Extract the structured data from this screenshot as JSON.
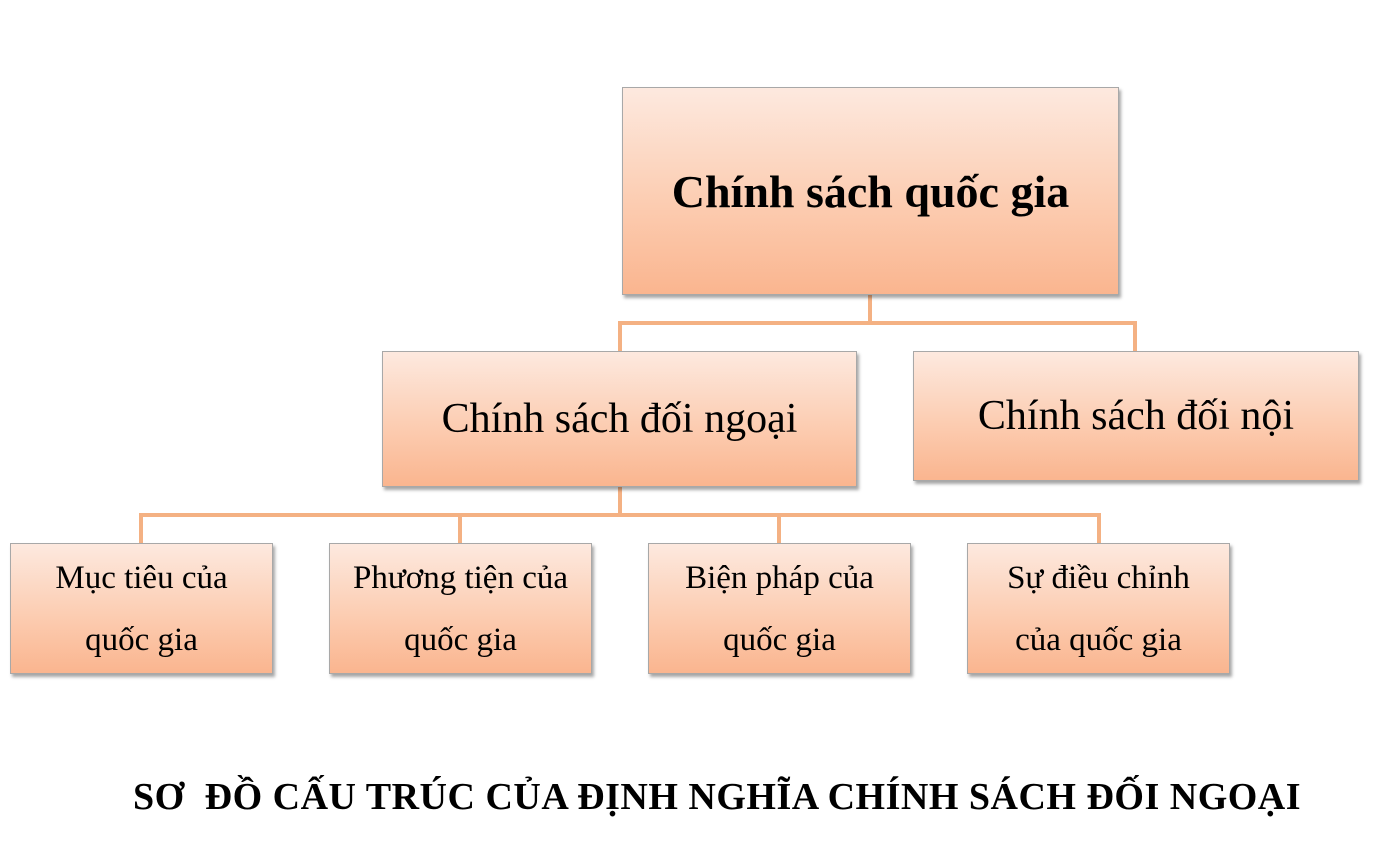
{
  "diagram": {
    "root": {
      "label": "Chính sách quốc gia"
    },
    "level2": [
      {
        "label": "Chính sách đối ngoại"
      },
      {
        "label": "Chính sách đối nội"
      }
    ],
    "level3": [
      {
        "line1": "Mục tiêu của",
        "line2": "quốc gia"
      },
      {
        "line1": "Phương tiện của",
        "line2": "quốc gia"
      },
      {
        "line1": "Biện pháp của",
        "line2": "quốc gia"
      },
      {
        "line1": "Sự điều chỉnh",
        "line2": "của quốc gia"
      }
    ],
    "caption": "SƠ  ĐỒ CẤU TRÚC CỦA ĐỊNH NGHĨA CHÍNH SÁCH ĐỐI NGOẠI",
    "colors": {
      "connector": "#f4b183",
      "box_top": "#fde9df",
      "box_bottom": "#fab58f",
      "border": "#a8a8a8"
    }
  }
}
